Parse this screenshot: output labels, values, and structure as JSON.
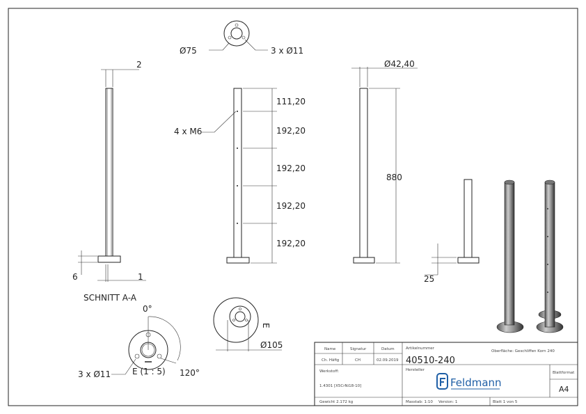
{
  "drawing": {
    "section_label": "SCHNITT A-A",
    "dims": {
      "wall": "2",
      "plate_thickness": "6",
      "offset": "1",
      "top_first": "111,20",
      "spacing": [
        "192,20",
        "192,20",
        "192,20",
        "192,20"
      ],
      "threads": "4 x M6",
      "tube_diameter": "Ø42,40",
      "height": "880",
      "plate_height": "25",
      "flange_diameter": "Ø75",
      "holes_top": "3 x Ø11",
      "holes_detail": "3 x Ø11",
      "angle_zero": "0°",
      "angle_holes": "120°",
      "detail_label": "E (1 : 5)",
      "detail_marker": "E",
      "base_diameter": "Ø105"
    }
  },
  "title_block": {
    "name_header": "Name",
    "signature_header": "Signatur",
    "date_header": "Datum",
    "name": "Ch. Häfig",
    "signature": "CH",
    "date": "02.09.2019",
    "article_label": "Artikelnummer",
    "article_number": "40510-240",
    "surface": "Oberfläche:  Geschliffen Korn 240",
    "material_label": "Werkstoff:",
    "material": "1.4301 [X5CrNi18-10]",
    "manufacturer_label": "Hersteller",
    "logo_text": "Feldmann",
    "format_label": "Blattformat",
    "format": "A4",
    "weight": "Gewicht 2.172 kg",
    "scale": "Masstab: 1:10",
    "version": "Version: 1",
    "sheet": "Blatt 1 von 5"
  },
  "colors": {
    "logo": "#1f5fa6",
    "line": "#222222"
  }
}
